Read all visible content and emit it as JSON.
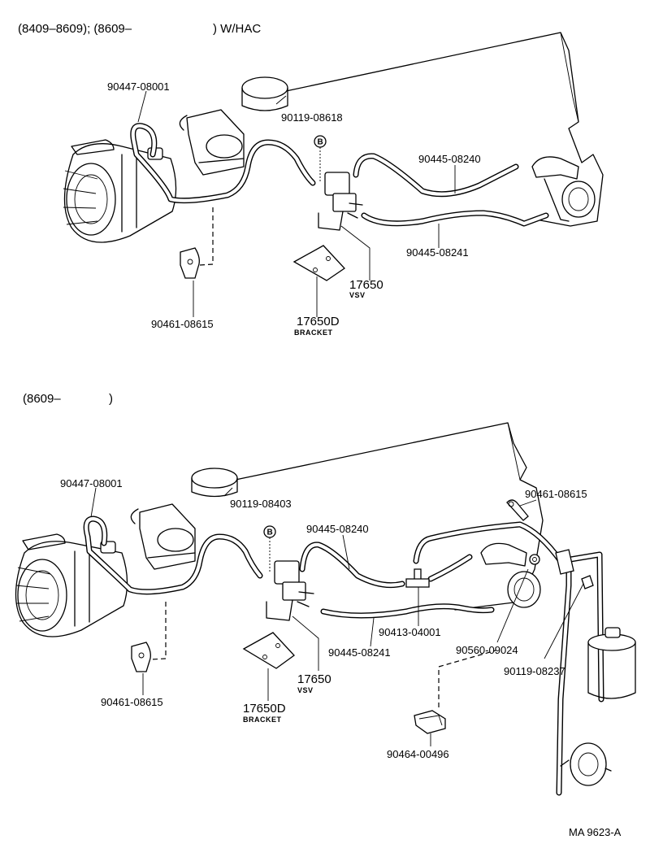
{
  "top_section": {
    "header_start": "(8409–8609); (8609–",
    "header_end": ") W/HAC",
    "labels": {
      "hose_a": "90447-08001",
      "plug": "90119-08618",
      "marker": "B",
      "hose_b": "90445-08240",
      "hose_c": "90445-08241",
      "vsv_num": "17650",
      "vsv_txt": "VSV",
      "bracket_num": "17650D",
      "bracket_txt": "BRACKET",
      "clamp": "90461-08615"
    }
  },
  "bottom_section": {
    "header_start": "(8609–",
    "header_end": ")",
    "labels": {
      "hose_a": "90447-08001",
      "plug": "90119-08403",
      "marker": "B",
      "hose_b": "90445-08240",
      "clamp_top": "90461-08615",
      "tee": "90413-04001",
      "hose_c": "90445-08241",
      "grommet": "90560-09024",
      "bolt": "90119-08237",
      "vsv_num": "17650",
      "vsv_txt": "VSV",
      "bracket_num": "17650D",
      "bracket_txt": "BRACKET",
      "clamp_left": "90461-08615",
      "clip": "90464-00496"
    }
  },
  "footer": {
    "code": "MA 9623-A"
  }
}
